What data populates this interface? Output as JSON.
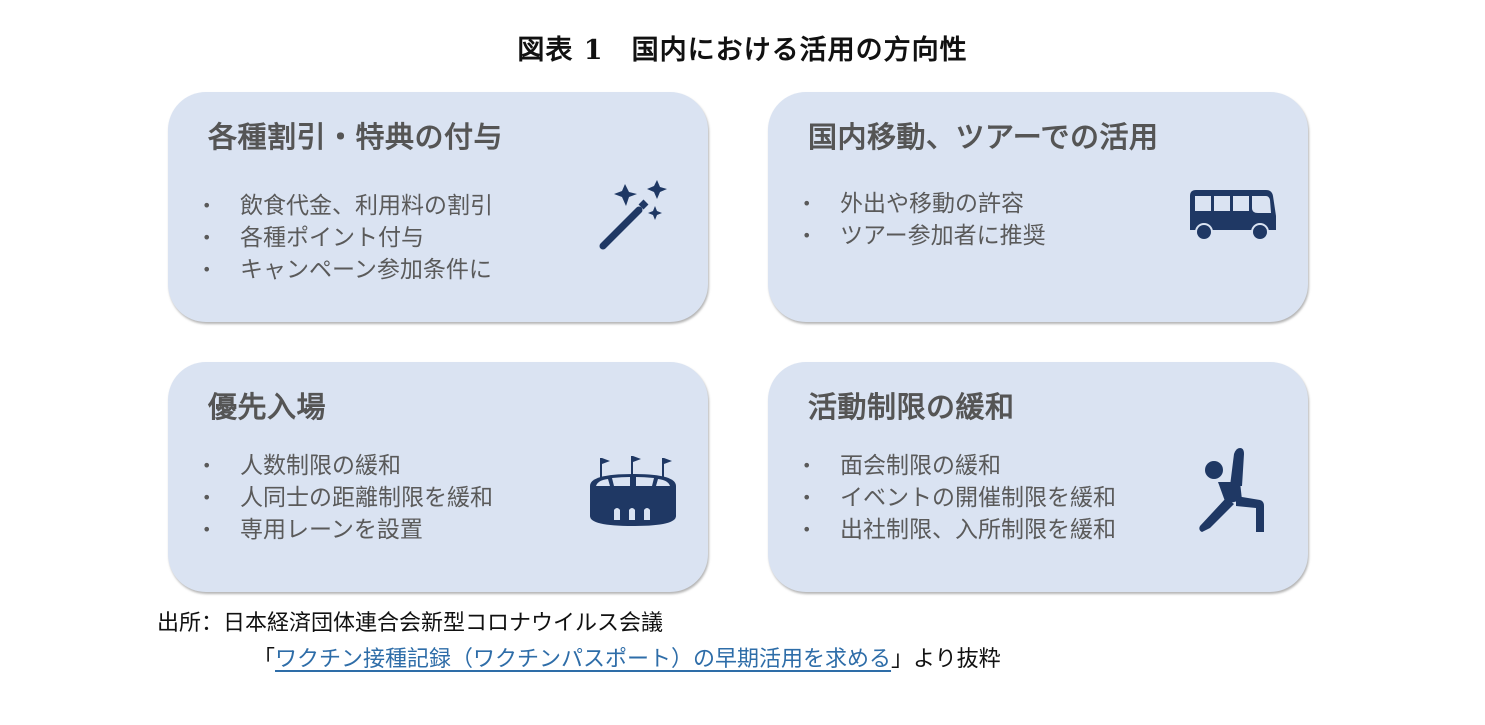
{
  "figure": {
    "title": "図表 1　国内における活用の方向性"
  },
  "cards": [
    {
      "title": "各種割引・特典の付与",
      "items": [
        "飲食代金、利用料の割引",
        "各種ポイント付与",
        "キャンペーン参加条件に"
      ],
      "icon": "magic-wand-icon"
    },
    {
      "title": "国内移動、ツアーでの活用",
      "items": [
        "外出や移動の許容",
        "ツアー参加者に推奨"
      ],
      "icon": "bus-icon"
    },
    {
      "title": "優先入場",
      "items": [
        "人数制限の緩和",
        "人同士の距離制限を緩和",
        "専用レーンを設置"
      ],
      "icon": "stadium-icon"
    },
    {
      "title": "活動制限の緩和",
      "items": [
        "面会制限の緩和",
        "イベントの開催制限を緩和",
        "出社制限、入所制限を緩和"
      ],
      "icon": "stretching-person-icon"
    }
  ],
  "source": {
    "prefix": "出所：日本経済団体連合会新型コロナウイルス会議",
    "open_quote": "「",
    "link_text": "ワクチン接種記録（ワクチンパスポート）の早期活用を求める",
    "close_quote": "」",
    "suffix": "より抜粋"
  },
  "colors": {
    "card_bg": "#dae3f2",
    "icon": "#1f3864",
    "card_title": "#555555",
    "card_text": "#5a5a5a",
    "link": "#2e6da8"
  }
}
